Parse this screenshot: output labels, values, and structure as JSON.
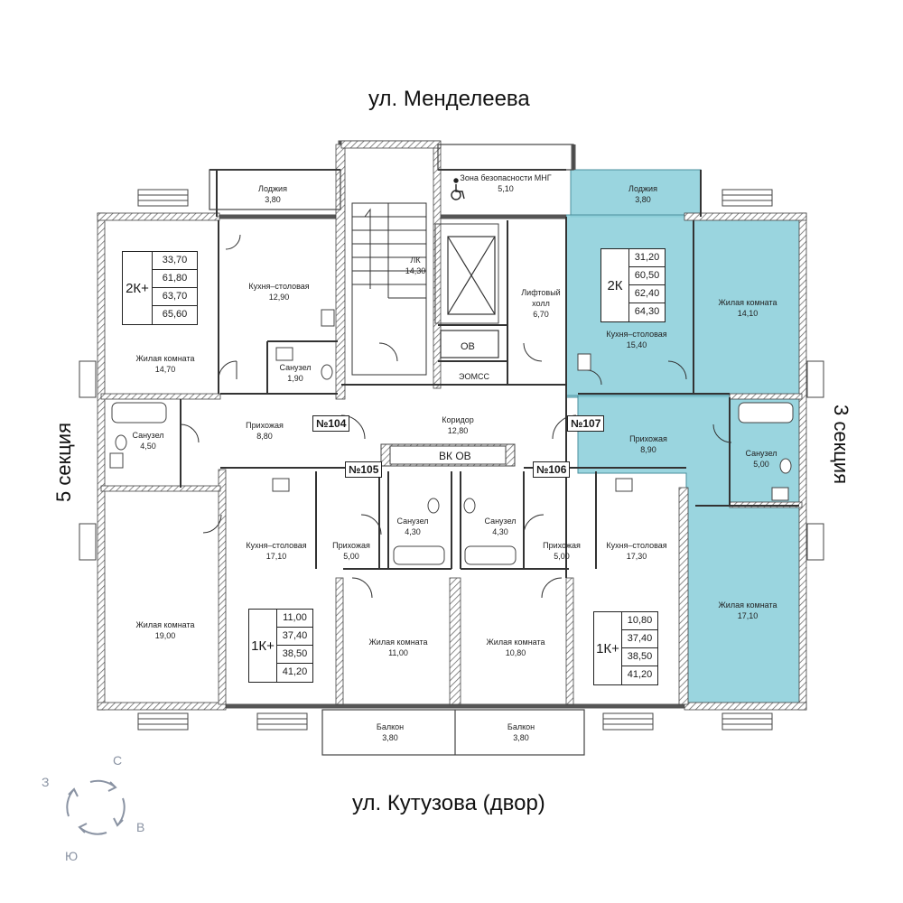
{
  "streets": {
    "top": "ул. Менделеева",
    "bottom": "ул. Кутузова (двор)"
  },
  "sections": {
    "left": "5 секция",
    "right": "3 секция"
  },
  "colors": {
    "highlight": "#8fd0dc",
    "highlight_stroke": "#4a8f9c",
    "wall": "#5a5a5a",
    "compass": "#8a93a3"
  },
  "rooms": {
    "loggia_left": {
      "name": "Лоджия",
      "area": "3,80"
    },
    "safety_zone": {
      "name": "Зона безопасности МНГ",
      "area": "5,10"
    },
    "loggia_right": {
      "name": "Лоджия",
      "area": "3,80"
    },
    "living_tl": {
      "name": "Жилая комната",
      "area": "14,70"
    },
    "kitchen_tl": {
      "name": "Кухня–столовая",
      "area": "12,90"
    },
    "stairs": {
      "name": "ЛК",
      "area": "14,30"
    },
    "lift_hall": {
      "name": "Лифтовый холл",
      "area": "6,70"
    },
    "kitchen_tr": {
      "name": "Кухня–столовая",
      "area": "15,40"
    },
    "living_tr": {
      "name": "Жилая комната",
      "area": "14,10"
    },
    "bath_tl_small": {
      "name": "Санузел",
      "area": "1,90"
    },
    "bath_l": {
      "name": "Санузел",
      "area": "4,50"
    },
    "hall_l": {
      "name": "Прихожая",
      "area": "8,80"
    },
    "corridor": {
      "name": "Коридор",
      "area": "12,80"
    },
    "hall_r": {
      "name": "Прихожая",
      "area": "8,90"
    },
    "bath_r": {
      "name": "Санузел",
      "area": "5,00"
    },
    "kitchen_bl": {
      "name": "Кухня–столовая",
      "area": "17,10"
    },
    "hall_105": {
      "name": "Прихожая",
      "area": "5,00"
    },
    "bath_105": {
      "name": "Санузел",
      "area": "4,30"
    },
    "bath_106": {
      "name": "Санузел",
      "area": "4,30"
    },
    "hall_106": {
      "name": "Прихожая",
      "area": "5,00"
    },
    "kitchen_br": {
      "name": "Кухня–столовая",
      "area": "17,30"
    },
    "living_bl": {
      "name": "Жилая комната",
      "area": "19,00"
    },
    "living_105": {
      "name": "Жилая комната",
      "area": "11,00"
    },
    "living_106": {
      "name": "Жилая комната",
      "area": "10,80"
    },
    "living_r_big": {
      "name": "Жилая комната",
      "area": "17,10"
    },
    "balcony_l": {
      "name": "Балкон",
      "area": "3,80"
    },
    "balcony_r": {
      "name": "Балкон",
      "area": "3,80"
    }
  },
  "tags": {
    "ov": "ОВ",
    "eomss": "ЭОМСС",
    "vk_ov": "ВК ОВ"
  },
  "units": {
    "n104": {
      "label": "№104",
      "type": "2К+",
      "areas": [
        "33,70",
        "61,80",
        "63,70",
        "65,60"
      ]
    },
    "n107": {
      "label": "№107",
      "type": "2К",
      "areas": [
        "31,20",
        "60,50",
        "62,40",
        "64,30"
      ]
    },
    "n105": {
      "label": "№105",
      "type": "1К+",
      "areas": [
        "11,00",
        "37,40",
        "38,50",
        "41,20"
      ]
    },
    "n106": {
      "label": "№106",
      "type": "1К+",
      "areas": [
        "10,80",
        "37,40",
        "38,50",
        "41,20"
      ]
    }
  },
  "compass": {
    "n": "С",
    "e": "В",
    "s": "Ю",
    "w": "З"
  }
}
